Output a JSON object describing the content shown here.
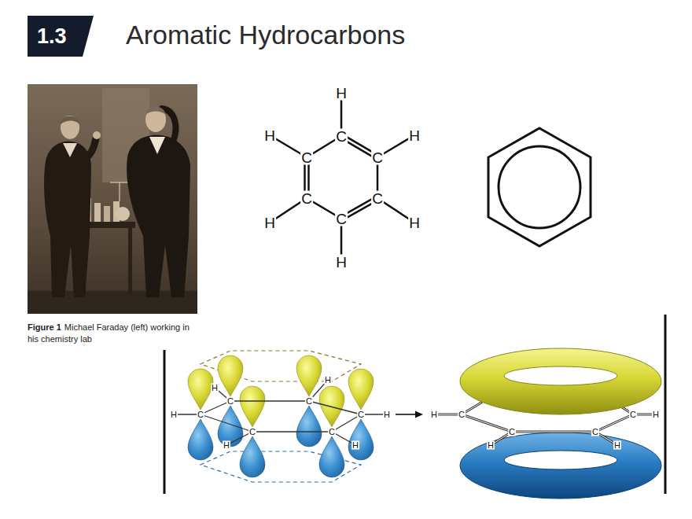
{
  "diagram": {
    "title": "Aromatic Hydrocarbons",
    "caption": "Michael Faraday (left) working in his chemistry lab",
    "nodes": [
      {
        "text": [
          "1.3"
        ]
      }
    ],
    "labels": [
      "Figure 1",
      "H",
      "H",
      "C",
      "H",
      "C",
      "C",
      "C",
      "C",
      "H",
      "C",
      "H",
      "H",
      "H",
      "H",
      "C",
      "C",
      "H",
      "C",
      "C",
      "H",
      "C",
      "C",
      "H",
      "H",
      "H",
      "C",
      "C",
      "H",
      "C",
      "C",
      "H",
      "H"
    ]
  }
}
